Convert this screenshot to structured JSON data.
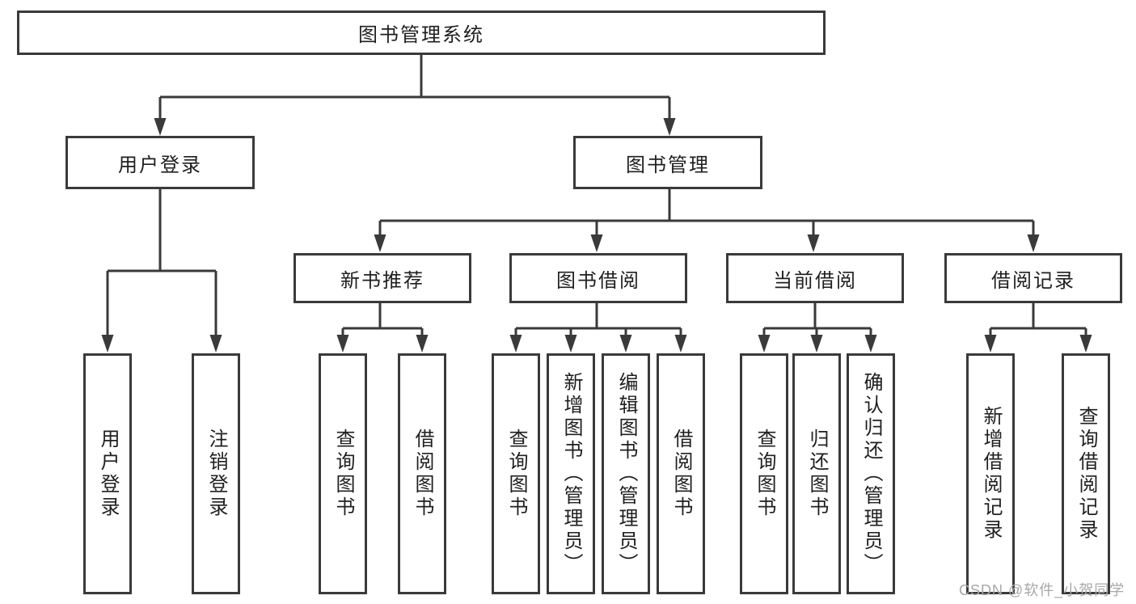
{
  "diagram": {
    "root": "图书管理系统",
    "branches": [
      {
        "label": "用户登录",
        "children": [
          "用户登录",
          "注销登录"
        ]
      },
      {
        "label": "图书管理",
        "groups": [
          {
            "label": "新书推荐",
            "children": [
              "查询图书",
              "借阅图书"
            ]
          },
          {
            "label": "图书借阅",
            "children": [
              "查询图书",
              "新增图书（管理员）",
              "编辑图书（管理员）",
              "借阅图书"
            ]
          },
          {
            "label": "当前借阅",
            "children": [
              "查询图书",
              "归还图书",
              "确认归还（管理员）"
            ]
          },
          {
            "label": "借阅记录",
            "children": [
              "新增借阅记录",
              "查询借阅记录"
            ]
          }
        ]
      }
    ]
  },
  "watermark": "CSDN @软件_小贺同学",
  "colors": {
    "line": "#3a3a3a",
    "text": "#1f1f1f",
    "watermark": "#a8a8a8",
    "background": "#ffffff"
  }
}
